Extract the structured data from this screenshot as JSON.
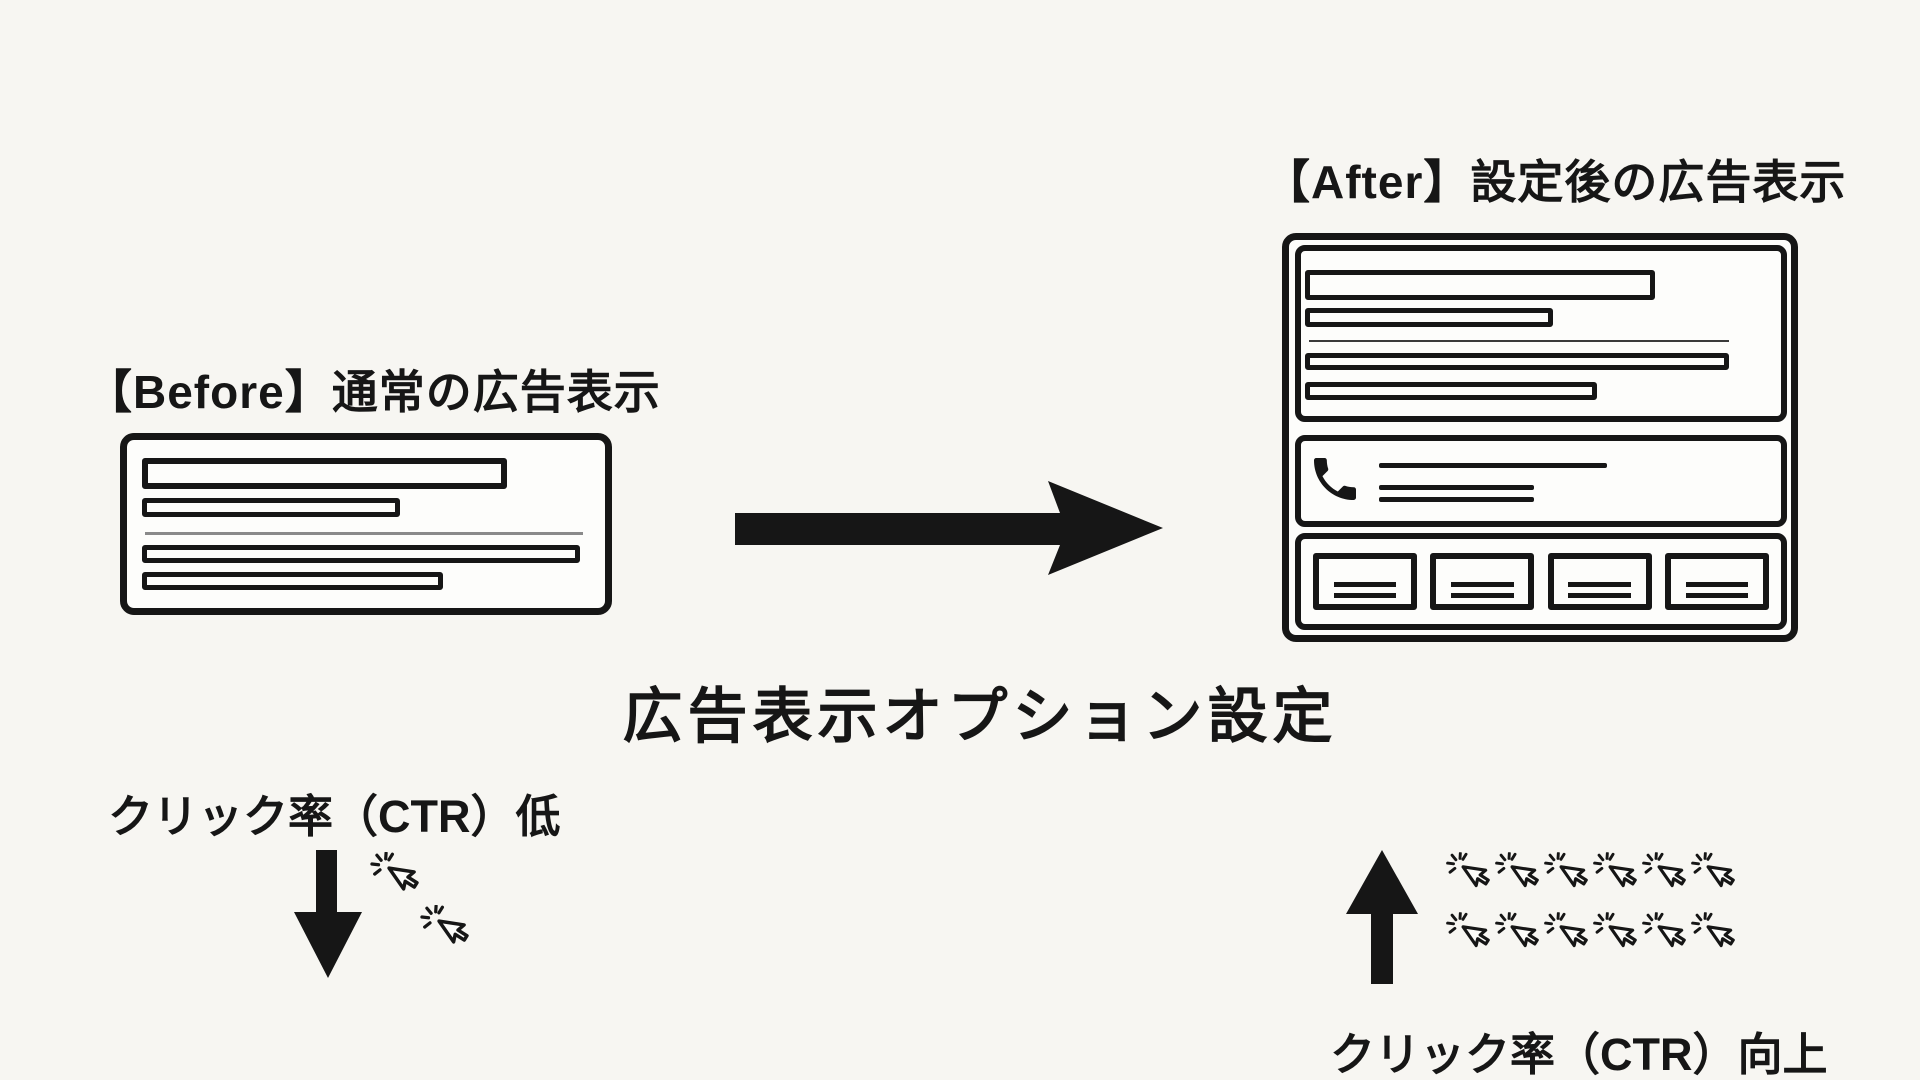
{
  "colors": {
    "background": "#f7f6f2",
    "ink": "#161616",
    "box_fill": "#fdfdfb",
    "divider_gray": "#8a8a8a"
  },
  "before": {
    "title": "【Before】通常の広告表示",
    "ctr_label": "クリック率（CTR）低",
    "click_cursor_count": 2
  },
  "after": {
    "title": "【After】設定後の広告表示",
    "ctr_label": "クリック率（CTR）向上",
    "click_cursor_count": 12
  },
  "center": {
    "label": "広告表示オプション設定"
  },
  "ad_mockups": {
    "before": {
      "headline_bars": 2,
      "description_bars": 2,
      "has_divider": true
    },
    "after": {
      "headline_bars": 2,
      "description_bars": 2,
      "has_divider": true,
      "phone_extension_lines": 3,
      "sitelink_count": 4
    }
  },
  "icons": {
    "phone": "phone-icon",
    "click_cursor": "click-cursor-icon",
    "right_arrow": "right-arrow-icon",
    "down_arrow": "down-arrow-icon",
    "up_arrow": "up-arrow-icon"
  }
}
